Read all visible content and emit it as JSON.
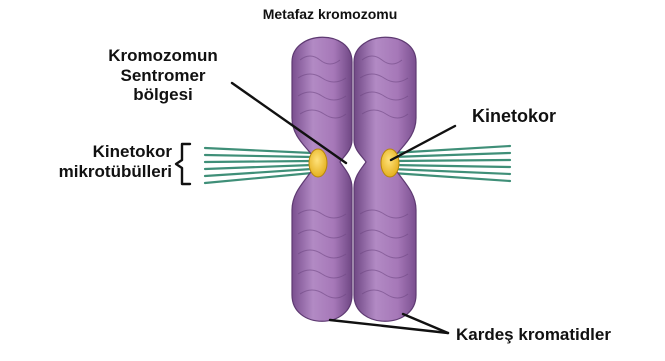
{
  "title": "Metafaz kromozomu",
  "labels": {
    "centromere_line1": "Kromozomun",
    "centromere_line2": "Sentromer",
    "centromere_line3": "bölgesi",
    "kinetochore": "Kinetokor",
    "microtubules_line1": "Kinetokor",
    "microtubules_line2": "mikrotübülleri",
    "sister_chromatids": "Kardeş kromatidler"
  },
  "colors": {
    "chromatid_fill": "#a678b8",
    "chromatid_shade": "#7a4f8f",
    "chromatid_highlight": "#c9a6d6",
    "kinetochore": "#f2c218",
    "kinetochore_edge": "#b8870a",
    "microtubule": "#3f8f78",
    "line": "#111111"
  }
}
